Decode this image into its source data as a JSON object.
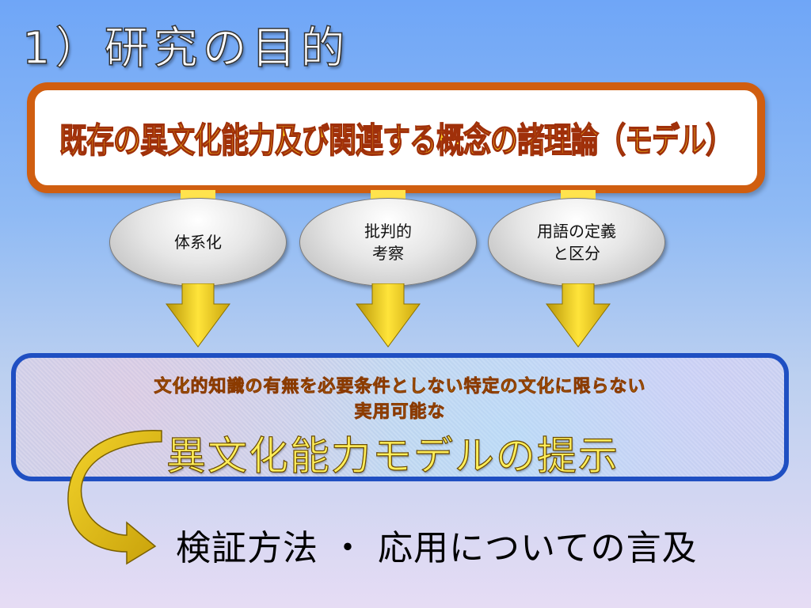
{
  "title": "1）研究の目的",
  "top_box": {
    "text": "既存の異文化能力及び関連する概念の諸理論（モデル）"
  },
  "ellipses": [
    {
      "label": "体系化"
    },
    {
      "label": "批判的\n考察"
    },
    {
      "label": "用語の定義\nと区分"
    }
  ],
  "bottom_box": {
    "line1": "文化的知識の有無を必要条件としない特定の文化に限らない",
    "line2": "実用可能な",
    "main": "異文化能力モデルの提示"
  },
  "conclusion": "検証方法 ・ 応用についての言及",
  "colors": {
    "top_border": "#d05e10",
    "bottom_border": "#1f4fc2",
    "arrow_fill": "#e0c21a"
  }
}
